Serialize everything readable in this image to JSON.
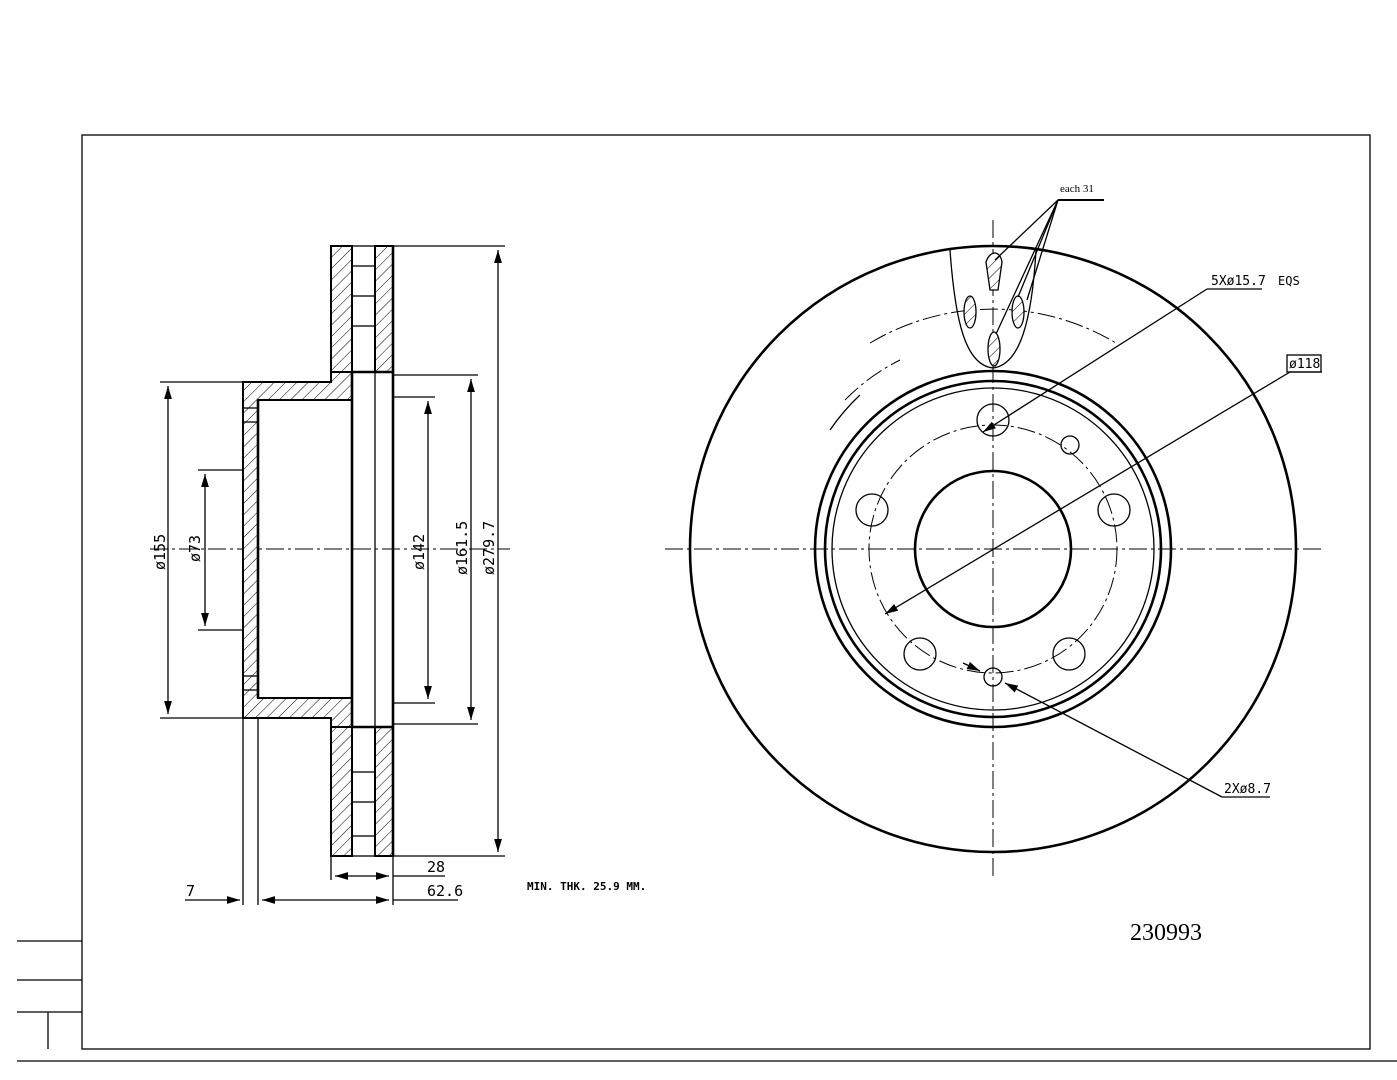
{
  "part_number": "230993",
  "note": "MIN. THK. 25.9 MM.",
  "section_view": {
    "dimensions": {
      "d155": "ø155",
      "d73": "ø73",
      "d142": "ø142",
      "d161_5": "ø161.5",
      "d279_7": "ø279.7",
      "thickness": "28",
      "height": "62.6",
      "flange": "7"
    }
  },
  "front_view": {
    "callouts": {
      "vents": "each 31",
      "bolt_holes": "5Xø15.7",
      "bolt_holes_spacing": "EQS",
      "bolt_circle": "ø118",
      "small_holes": "2Xø8.7"
    }
  }
}
